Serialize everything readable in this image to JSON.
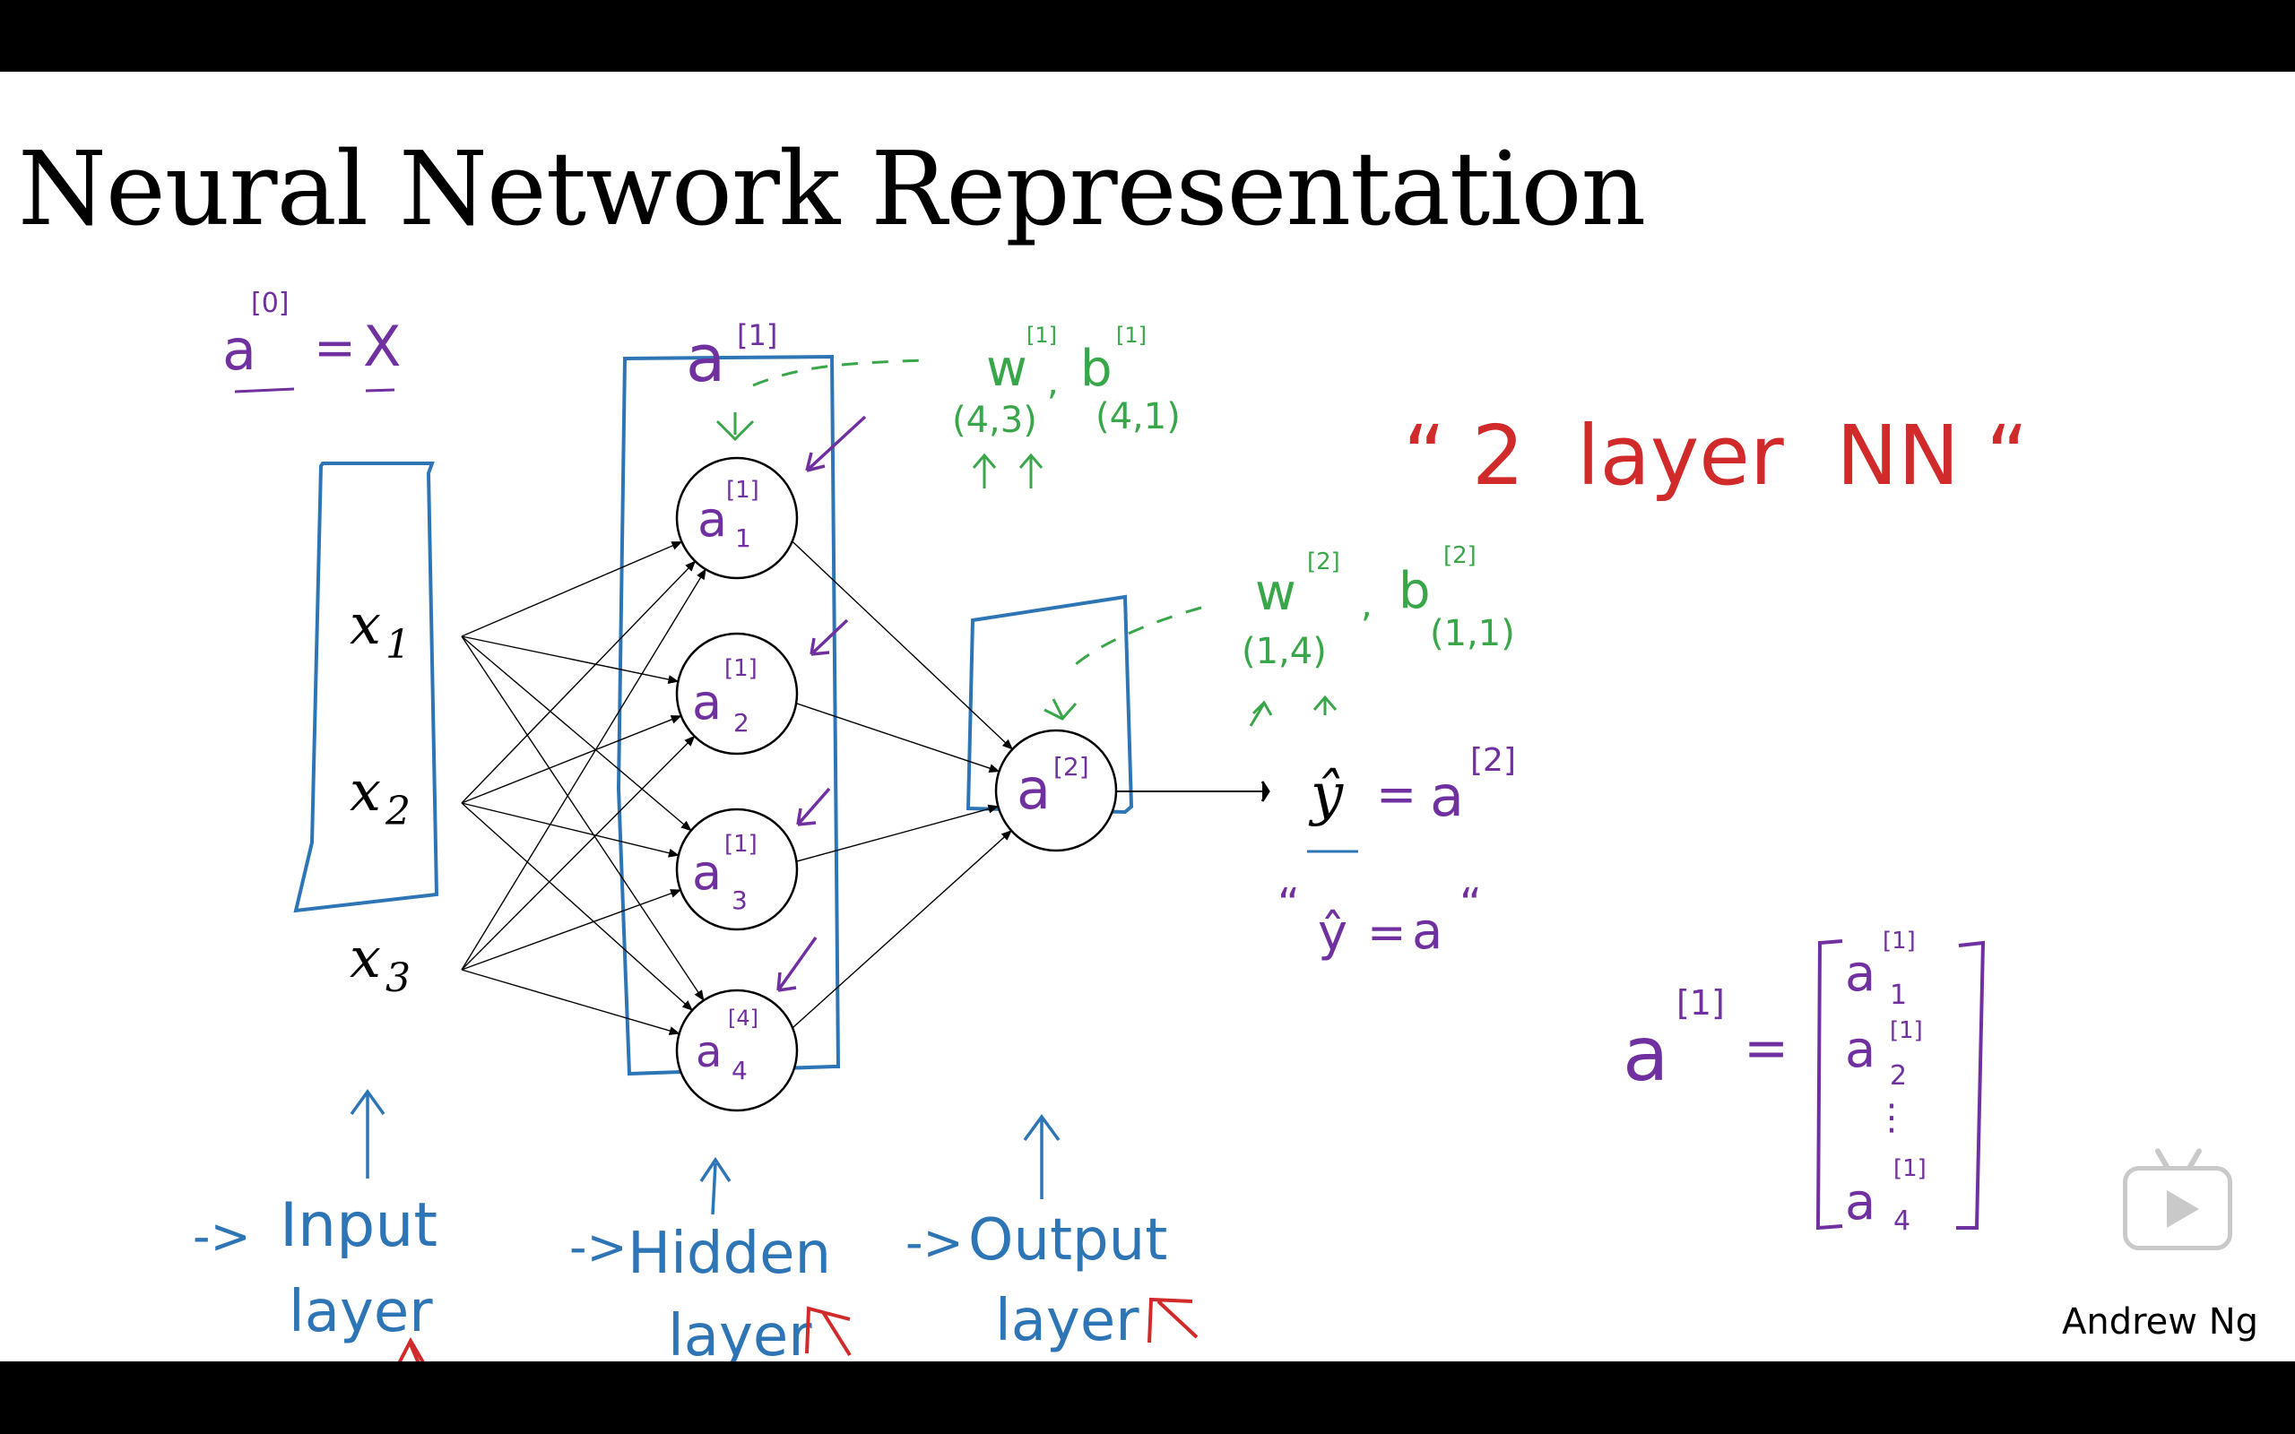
{
  "slide": {
    "title": "Neural Network Representation",
    "author": "Andrew Ng"
  },
  "colors": {
    "background": "#ffffff",
    "letterbox": "#000000",
    "input_notation": "#7030a0",
    "box_blue": "#2e75b6",
    "weights_green": "#3aa64a",
    "annotation_red": "#d12a2a",
    "play_icon": "#c9c9c9"
  },
  "diagram": {
    "input_equation": {
      "lhs": "a",
      "superscript": "[0]",
      "equals": "=",
      "rhs": "X"
    },
    "inputs": [
      {
        "base": "x",
        "sub": "1"
      },
      {
        "base": "x",
        "sub": "2"
      },
      {
        "base": "x",
        "sub": "3"
      }
    ],
    "hidden_activation_label": {
      "base": "a",
      "superscript": "[1]"
    },
    "hidden_units": [
      {
        "base": "a",
        "sup": "[1]",
        "sub": "1"
      },
      {
        "base": "a",
        "sup": "[1]",
        "sub": "2"
      },
      {
        "base": "a",
        "sup": "[1]",
        "sub": "3"
      },
      {
        "base": "a",
        "sup": "[4]",
        "sub": "4"
      }
    ],
    "output_unit": {
      "base": "a",
      "sup": "[2]"
    },
    "layer1_params": {
      "w": "w",
      "w_sup": "[1]",
      "sep": ",",
      "b": "b",
      "b_sup": "[1]",
      "w_shape": "(4,3)",
      "b_shape": "(4,1)"
    },
    "layer2_params": {
      "w": "w",
      "w_sup": "[2]",
      "sep": ",",
      "b": "b",
      "b_sup": "[2]",
      "w_shape": "(1,4)",
      "b_shape": "(1,1)"
    },
    "output_equation": {
      "lhs": "ŷ",
      "equals": "=",
      "rhs": "a",
      "rhs_sup": "[2]"
    },
    "quote_equation": {
      "open": "“",
      "lhs": "ŷ",
      "equals": "=",
      "rhs": "a",
      "close": "“"
    },
    "nn_label": "“ 2  layer  NN “",
    "layer_labels": {
      "input": {
        "prefix": "->",
        "line1": "Input",
        "line2": "layer"
      },
      "hidden": {
        "prefix": "->",
        "line1": "Hidden",
        "line2": "layer"
      },
      "output": {
        "prefix": "->",
        "line1": "Output",
        "line2": "layer"
      }
    },
    "vector": {
      "lhs": "a",
      "lhs_sup": "[1]",
      "equals": "=",
      "entries": [
        {
          "base": "a",
          "sup": "[1]",
          "sub": "1"
        },
        {
          "base": "a",
          "sup": "[1]",
          "sub": "2"
        },
        {
          "base": "⋮",
          "sup": "",
          "sub": ""
        },
        {
          "base": "a",
          "sup": "[1]",
          "sub": "4"
        }
      ]
    }
  },
  "player": {
    "play_icon": "play-icon"
  }
}
